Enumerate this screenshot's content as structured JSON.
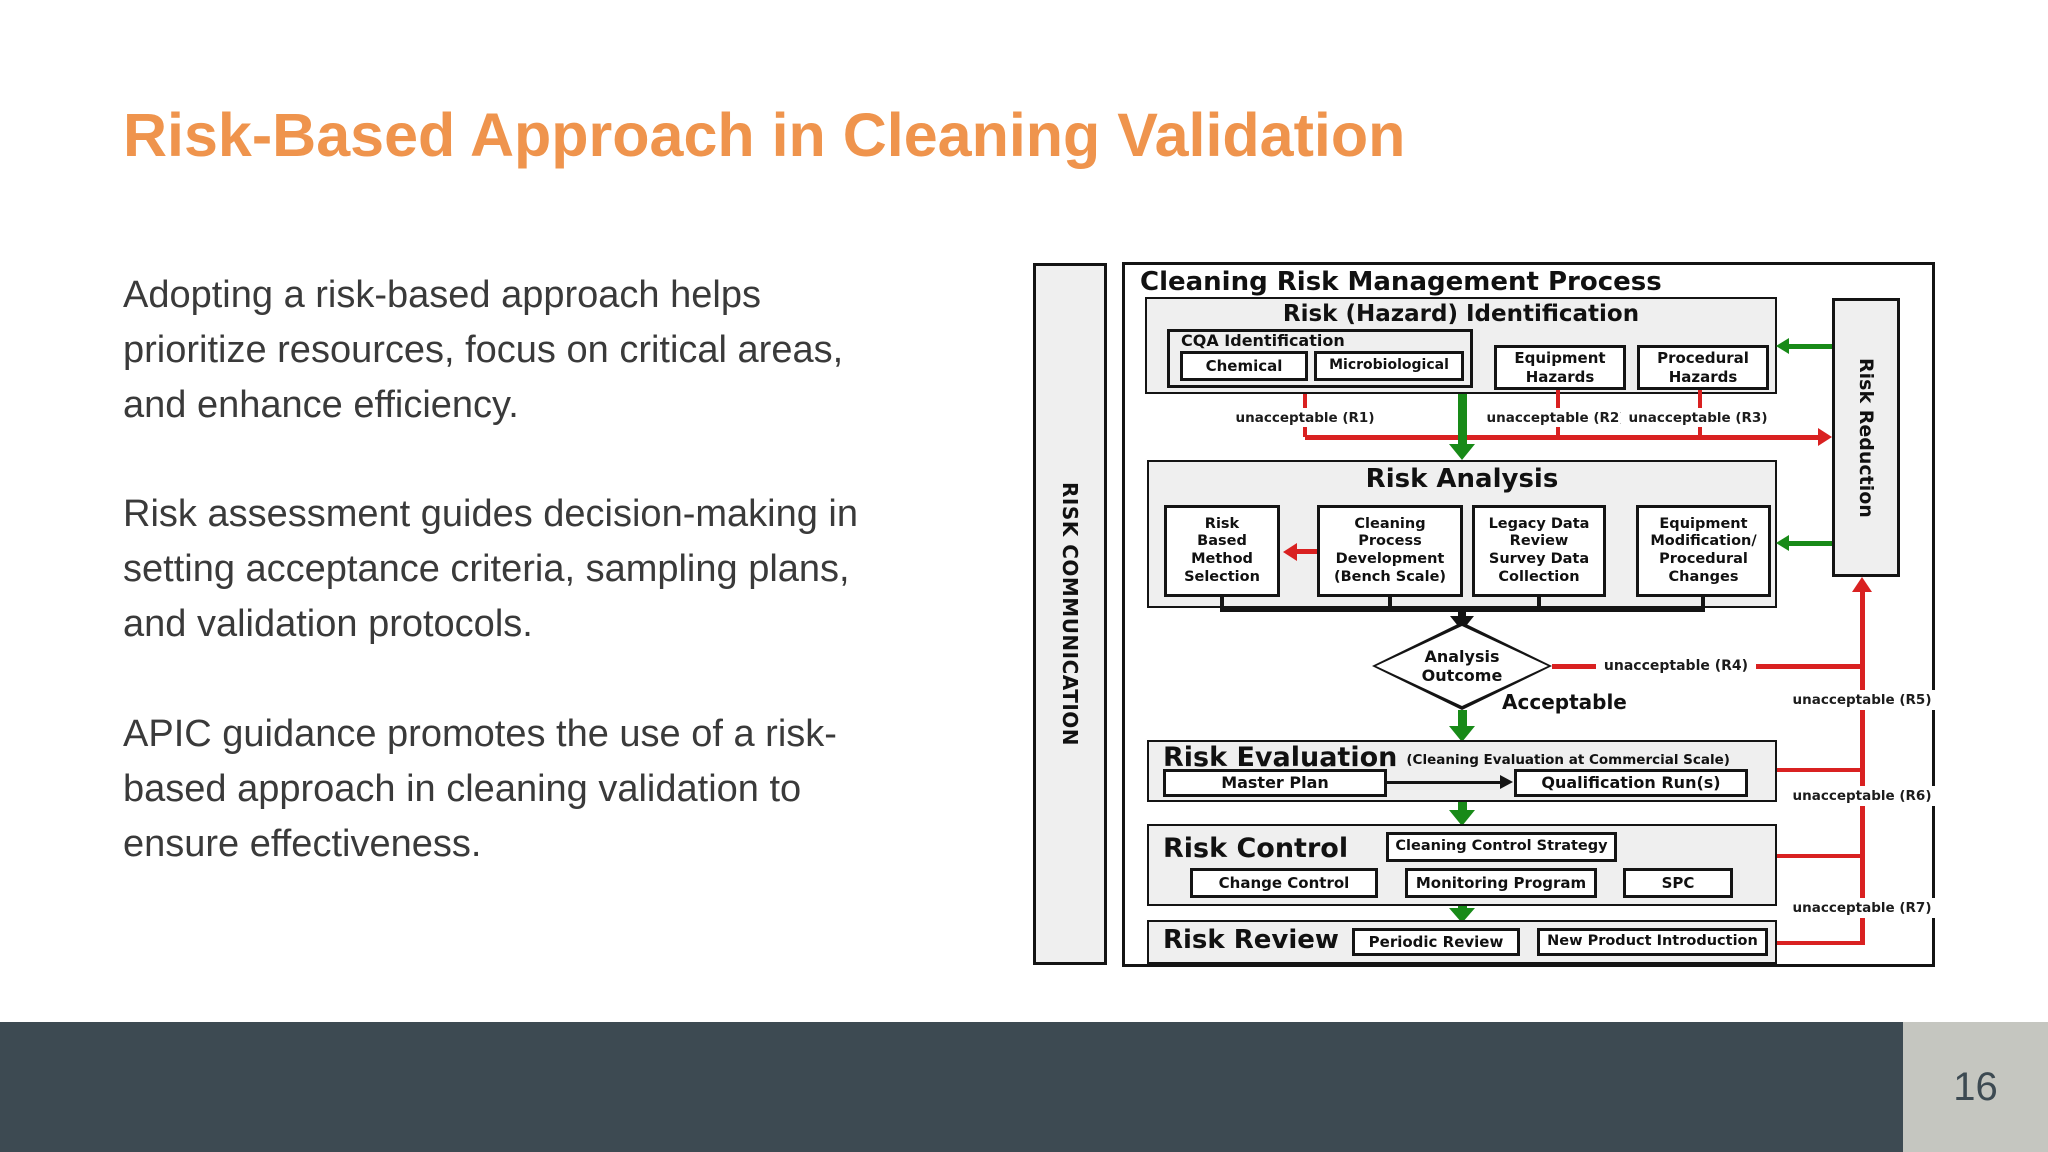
{
  "slide": {
    "title": "Risk-Based Approach in Cleaning Validation",
    "paragraphs": [
      [
        "Adopting a risk-based approach helps",
        "prioritize resources, focus on critical areas,",
        "and enhance efficiency."
      ],
      [
        "Risk assessment guides decision-making in",
        "setting acceptance criteria, sampling plans,",
        "and validation protocols."
      ],
      [
        "APIC guidance promotes the use of a risk-",
        "based approach in cleaning validation to",
        "ensure effectiveness."
      ]
    ],
    "page_number": "16"
  },
  "diagram": {
    "title": "Cleaning Risk Management Process",
    "risk_communication_label": "RISK COMMUNICATION",
    "risk_reduction_label": "Risk Reduction",
    "hazard": {
      "title": "Risk (Hazard) Identification",
      "cqa_title": "CQA Identification",
      "chemical": "Chemical",
      "microbiological": "Microbiological",
      "equipment_hazards": [
        "Equipment",
        "Hazards"
      ],
      "procedural_hazards": [
        "Procedural",
        "Hazards"
      ]
    },
    "analysis": {
      "title": "Risk Analysis",
      "risk_based_method": [
        "Risk",
        "Based",
        "Method",
        "Selection"
      ],
      "cleaning_process": [
        "Cleaning",
        "Process",
        "Development",
        "(Bench Scale)"
      ],
      "legacy_data": [
        "Legacy Data",
        "Review",
        "Survey Data",
        "Collection"
      ],
      "equipment_modification": [
        "Equipment",
        "Modification/",
        "Procedural",
        "Changes"
      ]
    },
    "outcome": [
      "Analysis",
      "Outcome"
    ],
    "acceptable_label": "Acceptable",
    "evaluation": {
      "title": "Risk Evaluation",
      "subtitle": "(Cleaning Evaluation at Commercial Scale)",
      "master_plan": "Master Plan",
      "qualification_runs": "Qualification Run(s)"
    },
    "control": {
      "title": "Risk Control",
      "strategy": "Cleaning Control Strategy",
      "change_control": "Change Control",
      "monitoring": "Monitoring Program",
      "spc": "SPC"
    },
    "review": {
      "title": "Risk Review",
      "periodic": "Periodic Review",
      "new_product": "New Product Introduction"
    },
    "unacceptable_labels": {
      "r1": "unacceptable (R1)",
      "r2": "unacceptable (R2)",
      "r3": "unacceptable (R3)",
      "r4": "unacceptable (R4)",
      "r5": "unacceptable (R5)",
      "r6": "unacceptable (R6)",
      "r7": "unacceptable (R7)"
    },
    "colors": {
      "title_orange": "#ef944d",
      "arrow_red": "#d92121",
      "arrow_green": "#188a18",
      "footer_bar": "#3d4a52",
      "page_box": "#c5c6c0"
    }
  }
}
